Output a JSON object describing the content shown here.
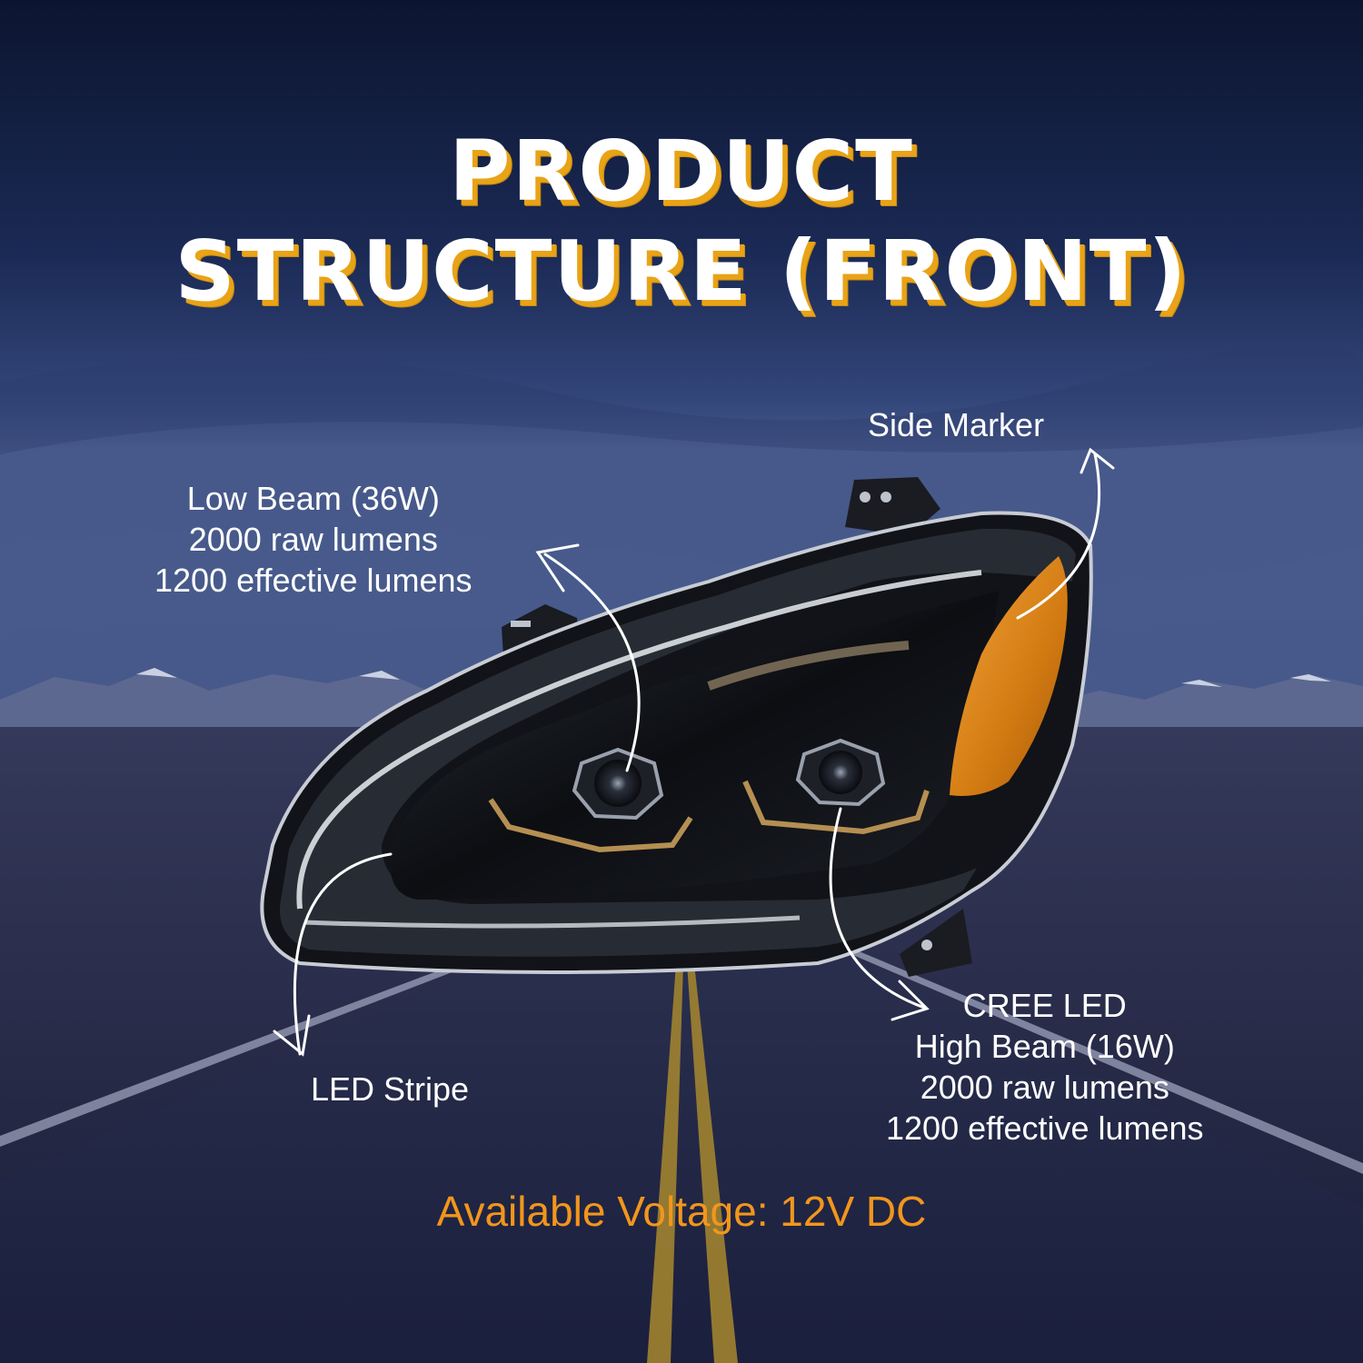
{
  "title": {
    "line1": "PRODUCT",
    "line2": "STRUCTURE (FRONT)"
  },
  "callouts": {
    "side_marker": "Side Marker",
    "low_beam": {
      "line1": "Low Beam (36W)",
      "line2": "2000 raw lumens",
      "line3": "1200 effective lumens"
    },
    "led_stripe": "LED Stripe",
    "high_beam": {
      "line1": "CREE LED",
      "line2": "High Beam (16W)",
      "line3": "2000 raw lumens",
      "line4": "1200 effective lumens"
    }
  },
  "voltage": "Available Voltage: 12V DC",
  "colors": {
    "title_shadow": "#e8a317",
    "voltage_text": "#f2961c",
    "sky_dark": "#0e1733",
    "amber_lens": "#e08a1a"
  }
}
